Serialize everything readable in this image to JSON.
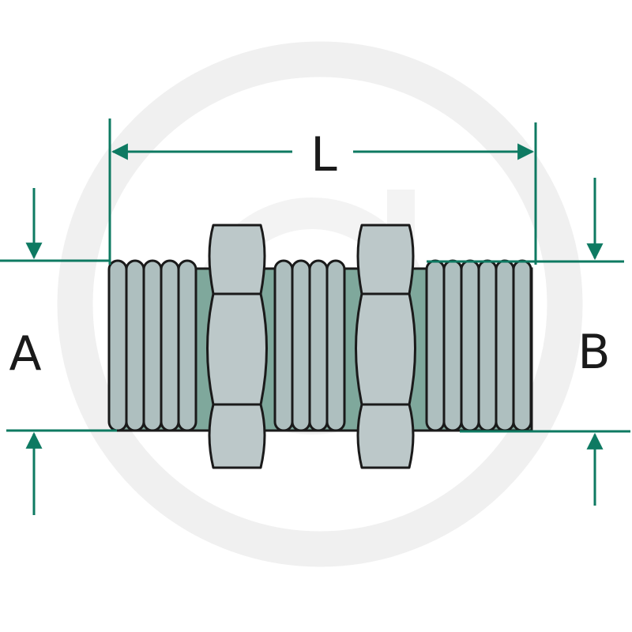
{
  "labels": {
    "length": "L",
    "diameter_a": "A",
    "diameter_b": "B"
  },
  "colors": {
    "dimension": "#0e7a62",
    "outline": "#1a1a1a",
    "body": "#7fa89c",
    "thread": "#aebfbf",
    "nut": "#bcc8c9",
    "watermark": "#f2f2f2"
  },
  "icons": [
    "watermark-logo"
  ]
}
